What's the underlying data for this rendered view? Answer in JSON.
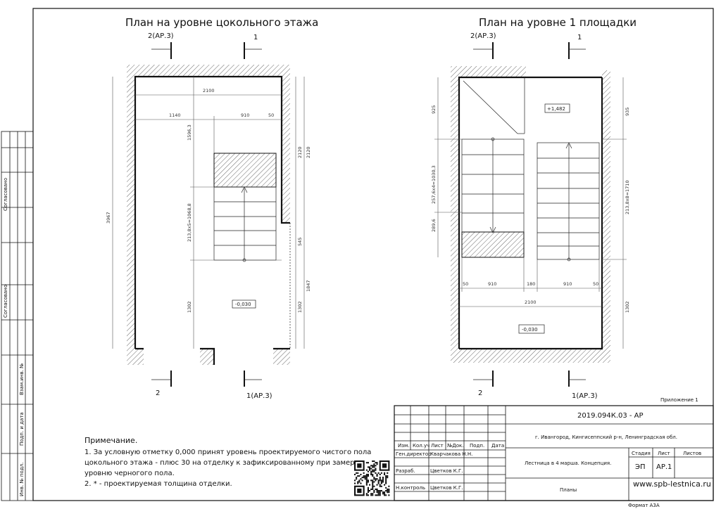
{
  "drawing": {
    "plan_basement_title": "План на уровне цокольного этажа",
    "plan_landing_title": "План на уровне 1 площадки",
    "sections": {
      "basement_top_left": "2(АР.3)",
      "basement_top_right": "1",
      "basement_bottom_left": "2",
      "basement_bottom_right": "1(АР.3)",
      "landing_top_left": "2(АР.3)",
      "landing_top_right": "1",
      "landing_bottom_left": "2",
      "landing_bottom_right": "1(АР.3)"
    },
    "basement_dims": {
      "overall_width": "2100",
      "left_offset": "1140",
      "stair_width": "910",
      "gap": "50",
      "overall_height": "3967",
      "upper_run": "1596,3",
      "stair_run": "213,8х5=1068,8",
      "lower_run": "1302",
      "right_upper": "2120",
      "right_upper2": "2120",
      "right_mid": "545",
      "right_lower": "1302",
      "right_lower2": "1847",
      "level": "-0,030"
    },
    "landing_dims": {
      "left_top": "925",
      "left_mid": "257,6х4=1030,3",
      "left_low": "289,6",
      "right_top": "935",
      "right_mid": "213,8х8=1710",
      "right_low": "1302",
      "bottom_a": "50",
      "bottom_b": "910",
      "bottom_c": "180",
      "bottom_d": "910",
      "bottom_e": "50",
      "overall_width": "2100",
      "level_top": "+1,482",
      "level_bottom": "-0,030"
    }
  },
  "notes": {
    "heading": "Примечание.",
    "line1": "1. За условную отметку 0,000 принят уровень проектируемого чистого пола",
    "line2": "цокольного этажа - плюс 30 на отделку к зафиксированному при замерах",
    "line3": "уровню черногого пола.",
    "line4": "2. * - проектируемая толщина отделки."
  },
  "appendix": "Приложение 1",
  "side_stamp": {
    "agreed1": "Согласовано",
    "agreed2": "Согласовано",
    "inv_replace": "Взам.инв. №",
    "sign_date": "Подп. и дата",
    "inv_orig": "Инв. № подл."
  },
  "title_block": {
    "code": "2019.094К.03 - АР",
    "address": "г. Ивангород, Кингисеппский р-н, Ленинградская обл.",
    "col_headers": [
      "Изм.",
      "Кол.уч",
      "Лист",
      "№Док.",
      "Подп.",
      "Дата"
    ],
    "roles": [
      {
        "role": "Ген.директор",
        "name": "Кварчакова Н.Н."
      },
      {
        "role": "Разраб.",
        "name": "Цветков К.Г."
      },
      {
        "role": "Н.контроль",
        "name": "Цветков К.Г."
      }
    ],
    "object": "Лестница в 4 марша. Концепция.",
    "sheet_name": "Планы",
    "stage_label": "Стадия",
    "sheet_label": "Лист",
    "sheets_label": "Листов",
    "stage": "ЭП",
    "sheet": "АР.1",
    "sheets": "",
    "website": "www.spb-lestnica.ru",
    "format": "Формат А3А"
  }
}
